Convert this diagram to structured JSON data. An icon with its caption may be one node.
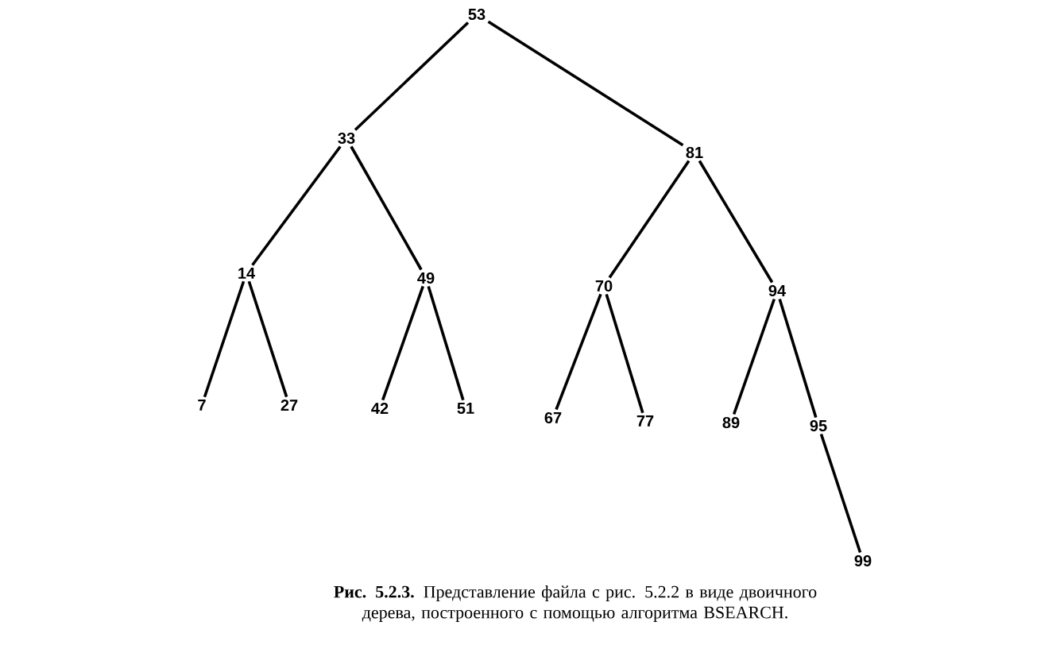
{
  "diagram": {
    "caption": "**Рис. 5.2.3.** Представление файла с рис. 5.2.2 в виде двоичного дерева, построенного с помощью алгоритма BSEARCH.",
    "nodes": [
      {
        "text": [
          "53"
        ]
      },
      {
        "text": [
          "33"
        ]
      },
      {
        "text": [
          "81"
        ]
      },
      {
        "text": [
          "14"
        ]
      },
      {
        "text": [
          "49"
        ]
      },
      {
        "text": [
          "70"
        ]
      },
      {
        "text": [
          "94"
        ]
      },
      {
        "text": [
          "7"
        ]
      },
      {
        "text": [
          "27"
        ]
      },
      {
        "text": [
          "42"
        ]
      },
      {
        "text": [
          "51"
        ]
      },
      {
        "text": [
          "67"
        ]
      },
      {
        "text": [
          "77"
        ]
      },
      {
        "text": [
          "89"
        ]
      },
      {
        "text": [
          "95"
        ]
      },
      {
        "text": [
          "99"
        ]
      }
    ],
    "edges": [
      {
        "from": 0,
        "to": 1,
        "arrow": "none"
      },
      {
        "from": 0,
        "to": 2,
        "arrow": "none"
      },
      {
        "from": 1,
        "to": 3,
        "arrow": "none"
      },
      {
        "from": 1,
        "to": 4,
        "arrow": "none"
      },
      {
        "from": 2,
        "to": 5,
        "arrow": "none"
      },
      {
        "from": 2,
        "to": 6,
        "arrow": "none"
      },
      {
        "from": 3,
        "to": 7,
        "arrow": "none"
      },
      {
        "from": 3,
        "to": 8,
        "arrow": "none"
      },
      {
        "from": 4,
        "to": 9,
        "arrow": "none"
      },
      {
        "from": 4,
        "to": 10,
        "arrow": "none"
      },
      {
        "from": 5,
        "to": 11,
        "arrow": "none"
      },
      {
        "from": 5,
        "to": 12,
        "arrow": "none"
      },
      {
        "from": 6,
        "to": 13,
        "arrow": "none"
      },
      {
        "from": 6,
        "to": 14,
        "arrow": "none"
      },
      {
        "from": 14,
        "to": 15,
        "arrow": "none"
      }
    ]
  }
}
